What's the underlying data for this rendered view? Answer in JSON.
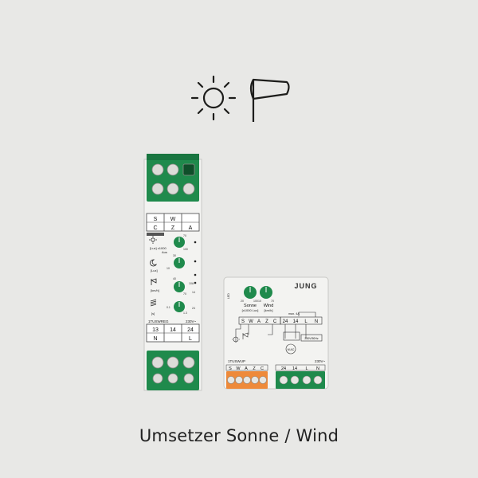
{
  "caption": "Umsetzer Sonne / Wind",
  "icons": [
    "sun-icon",
    "windsock-icon"
  ],
  "colors": {
    "background": "#e8e8e6",
    "terminal_green": "#1f8a4c",
    "housing": "#f3f3f1",
    "orange": "#ee8a3a"
  },
  "din_module": {
    "top_terminals": [
      "S",
      "W",
      "C",
      "Z",
      "A"
    ],
    "model": "1TUSWREG",
    "voltage": "230V~",
    "bottom_terminals": [
      "13",
      "14",
      "24",
      "N",
      "L"
    ],
    "dial_labels": {
      "sun_unit": "[Lux] x1000",
      "sun_mode": "Aus",
      "dusk_unit": "[Lux]",
      "wind_unit": "[km/h]",
      "delay_unit": "[s]"
    },
    "dial_marks": [
      "70",
      "30",
      "100",
      "10",
      "40",
      "10A",
      "70",
      "0.1",
      "1.3",
      "14",
      "24"
    ]
  },
  "flush_module": {
    "brand": "JUNG",
    "led_label": "LED",
    "dial1_name": "Sonne",
    "dial1_unit": "[x1000 Lux]",
    "dial2_name": "Wind",
    "dial2_unit": "[km/h]",
    "dial1_marks": [
      "20",
      "100"
    ],
    "dial2_marks": [
      "10",
      "70"
    ],
    "header_left": [
      "S",
      "W",
      "A",
      "Z",
      "C"
    ],
    "header_right": [
      "24",
      "14",
      "L",
      "N"
    ],
    "max_current": "max. 4A",
    "motor": "M AC",
    "supply": "230V/50Hz",
    "model": "1TUSWUP",
    "voltage": "230V~",
    "bottom_left": [
      "S",
      "W",
      "A",
      "Z",
      "C"
    ],
    "bottom_right": [
      "24",
      "14",
      "L",
      "N"
    ]
  }
}
